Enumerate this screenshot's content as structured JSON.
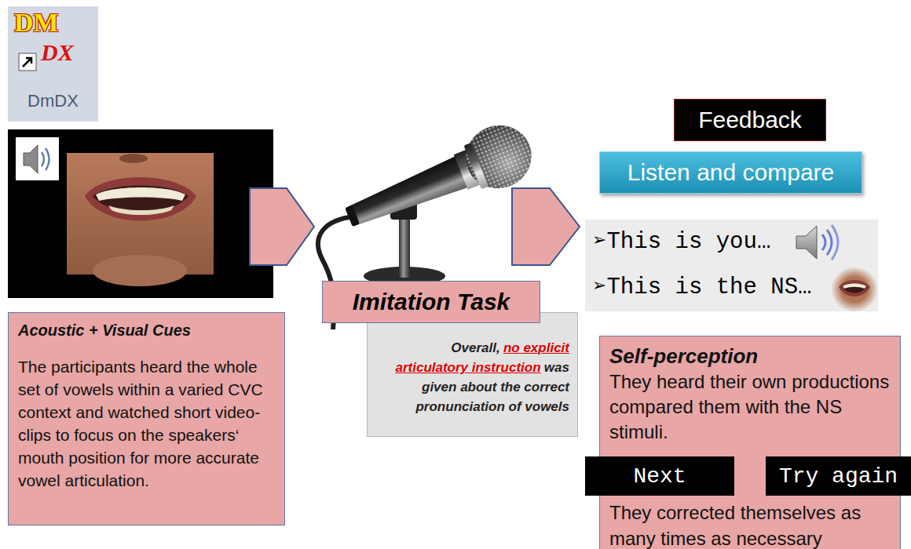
{
  "diagram": {
    "nodes": [
      {
        "text": [
          "Acoustic + Visual Cues",
          "The participants heard the whole set of vowels within a varied CVC context and watched short video-clips to focus on the speakers‘ mouth position for more accurate vowel articulation."
        ]
      },
      {
        "text": [
          "Imitation Task"
        ]
      },
      {
        "text": [
          "Overall,",
          "no explicit articulatory instruction",
          "was given about the correct pronunciation of vowels"
        ]
      },
      {
        "text": [
          "Feedback"
        ]
      },
      {
        "text": [
          "Listen and compare"
        ]
      },
      {
        "text": [
          "➢This is you…",
          "➢This is the NS…"
        ]
      },
      {
        "text": [
          "Self-perception",
          "They heard their own productions compared them with the NS stimuli.",
          "They corrected themselves as many times as necessary"
        ]
      },
      {
        "text": [
          "Next"
        ]
      },
      {
        "text": [
          "Try again"
        ]
      }
    ],
    "labels": [
      "DM",
      "DX",
      "DmDX"
    ]
  }
}
